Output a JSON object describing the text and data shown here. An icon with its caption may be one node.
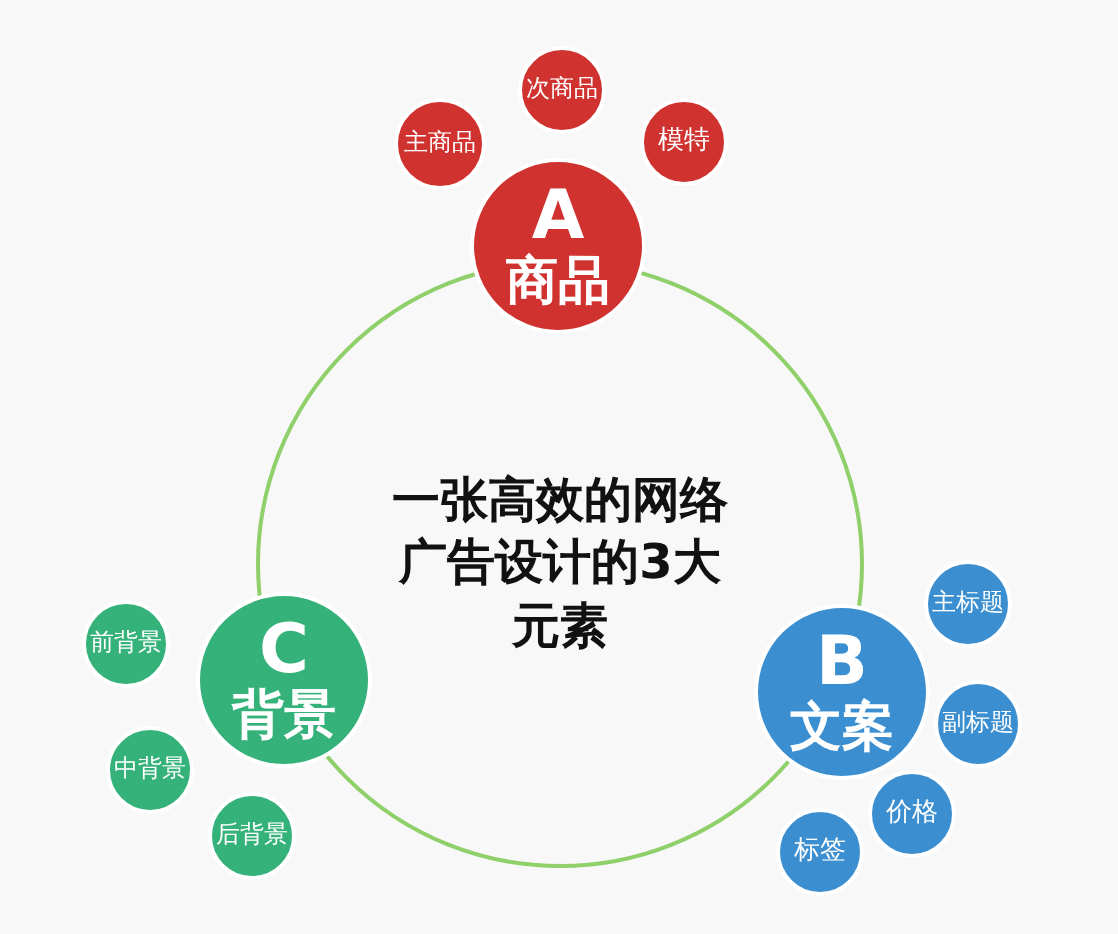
{
  "diagram": {
    "nodes": [
      {
        "text": [
          "一张高效的网络广告设计的3大元素"
        ]
      },
      {
        "text": [
          "A",
          "商品"
        ]
      },
      {
        "text": [
          "主商品"
        ]
      },
      {
        "text": [
          "次商品"
        ]
      },
      {
        "text": [
          "模特"
        ]
      },
      {
        "text": [
          "C",
          "背景"
        ]
      },
      {
        "text": [
          "前背景"
        ]
      },
      {
        "text": [
          "中背景"
        ]
      },
      {
        "text": [
          "后背景"
        ]
      },
      {
        "text": [
          "B",
          "文案"
        ]
      },
      {
        "text": [
          "主标题"
        ]
      },
      {
        "text": [
          "副标题"
        ]
      },
      {
        "text": [
          "标签"
        ]
      },
      {
        "text": [
          "价格"
        ]
      }
    ]
  }
}
